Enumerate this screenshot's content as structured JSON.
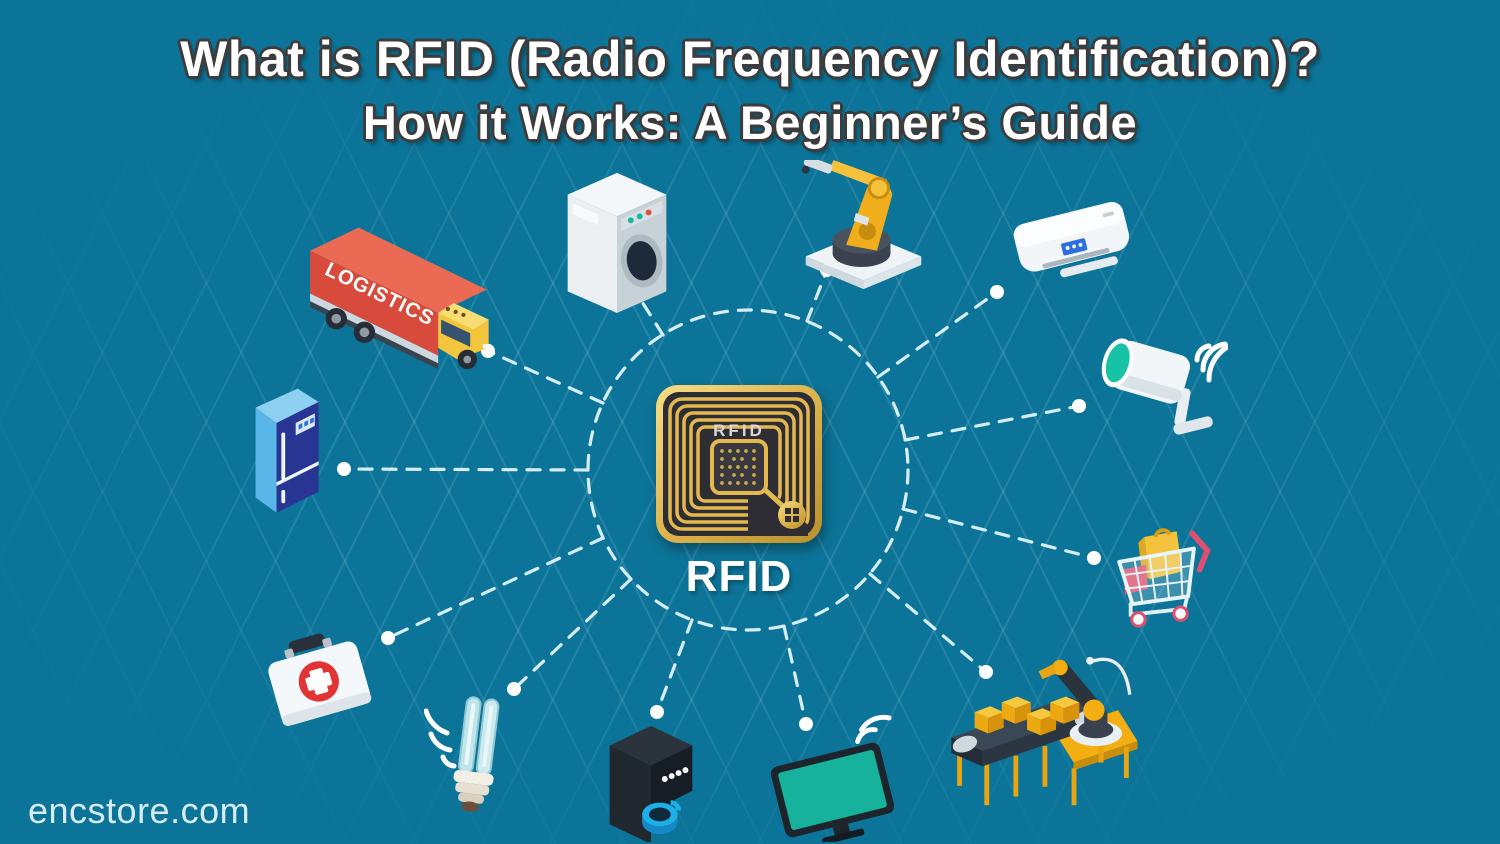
{
  "title": {
    "line1": "What is RFID (Radio Frequency Identification)?",
    "line2": "How it Works: A Beginner’s Guide"
  },
  "center": {
    "tag_text": "RFID",
    "label": "RFID"
  },
  "devices": [
    {
      "id": "logistics-truck",
      "icon": "logistics-truck-icon",
      "label": "LOGISTICS"
    },
    {
      "id": "washing-machine",
      "icon": "washing-machine-icon"
    },
    {
      "id": "robot-arm",
      "icon": "robot-arm-icon"
    },
    {
      "id": "air-conditioner",
      "icon": "air-conditioner-icon"
    },
    {
      "id": "security-camera",
      "icon": "security-camera-icon"
    },
    {
      "id": "shopping-cart",
      "icon": "shopping-cart-icon"
    },
    {
      "id": "industrial-robot-conveyor",
      "icon": "industrial-robot-conveyor-icon"
    },
    {
      "id": "smart-tv",
      "icon": "smart-tv-icon"
    },
    {
      "id": "coffee-maker",
      "icon": "coffee-maker-icon"
    },
    {
      "id": "smart-bulb",
      "icon": "smart-bulb-icon"
    },
    {
      "id": "first-aid-kit",
      "icon": "first-aid-kit-icon"
    },
    {
      "id": "refrigerator",
      "icon": "refrigerator-icon"
    }
  ],
  "watermark": "encstore.com",
  "colors": {
    "background": "#0c7498",
    "grid_line": "#b9e4f2",
    "dashed_line": "#d5eef9",
    "title_text": "#ffffff",
    "title_outline": "#3c3c3c",
    "tag_gold": "#e3b84f",
    "tag_dark": "#2e2d33",
    "truck_red": "#d84a3b",
    "cab_yellow": "#f2c53d",
    "accent_teal": "#17c3a4"
  }
}
